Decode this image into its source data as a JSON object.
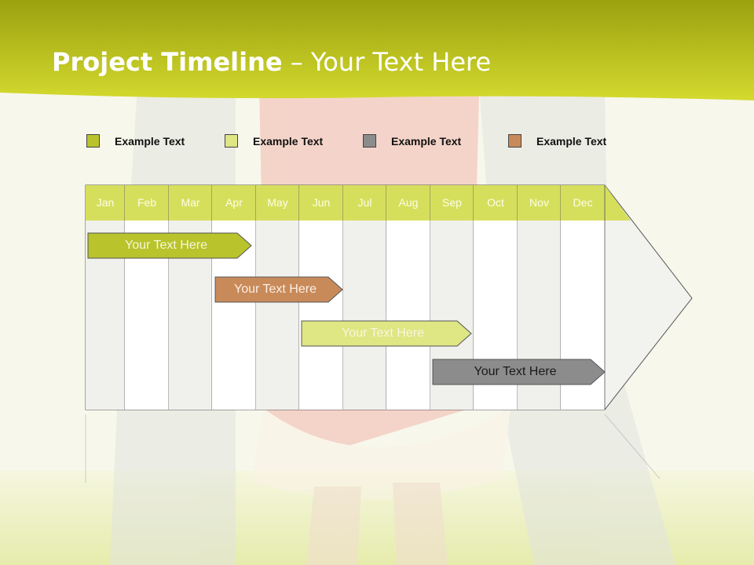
{
  "title": {
    "bold": "Project Timeline",
    "rest": " – Your Text Here"
  },
  "legend": [
    {
      "label": "Example Text",
      "color": "#b9c32b"
    },
    {
      "label": "Example Text",
      "color": "#dfe684"
    },
    {
      "label": "Example Text",
      "color": "#8c8c8c"
    },
    {
      "label": "Example Text",
      "color": "#c98a5a"
    }
  ],
  "months": [
    "Jan",
    "Feb",
    "Mar",
    "Apr",
    "May",
    "Jun",
    "Jul",
    "Aug",
    "Sep",
    "Oct",
    "Nov",
    "Dec"
  ],
  "bars": [
    {
      "label": "Your  Text Here",
      "color": "#b9c32b",
      "text_color": "#f7f7dc"
    },
    {
      "label": "Your  Text Here",
      "color": "#c98a5a",
      "text_color": "#fbeee2"
    },
    {
      "label": "Your  Text Here",
      "color": "#dfe684",
      "text_color": "#f7f7dc"
    },
    {
      "label": "Your  Text Here",
      "color": "#8c8c8c",
      "text_color": "#1a1a1a"
    }
  ],
  "colors": {
    "header_band": "#cdd424",
    "month_row": "#d6df5c"
  }
}
